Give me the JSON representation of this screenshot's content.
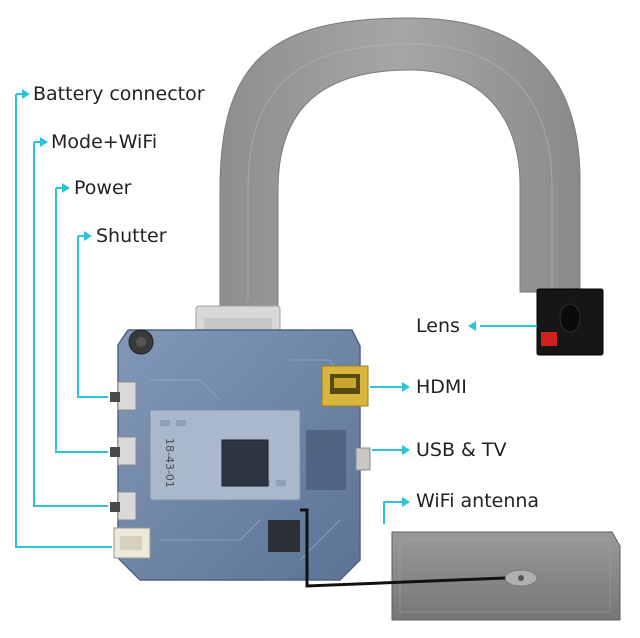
{
  "labels": {
    "battery_connector": "Battery connector",
    "mode_wifi": "Mode+WiFi",
    "power": "Power",
    "shutter": "Shutter",
    "lens": "Lens",
    "hdmi": "HDMI",
    "usb_tv": "USB & TV",
    "wifi_antenna": "WiFi antenna"
  },
  "board": {
    "module_marking": "18-43-01"
  },
  "colors": {
    "callout_line": "#2bc3d6",
    "board": "#6f87a8",
    "ribbon_cable": "#9a9a9a",
    "antenna_plate": "#8c8c8c",
    "lens_housing": "#161616"
  }
}
